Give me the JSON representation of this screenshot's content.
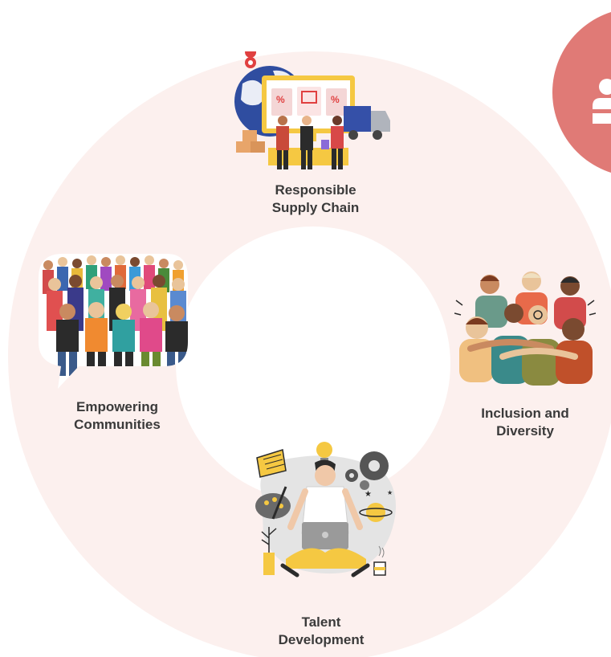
{
  "colors": {
    "ring": "#fcf0ee",
    "accent": "#e07a76",
    "text": "#3a3a3a"
  },
  "segments": [
    {
      "id": "supply-chain",
      "line1": "Responsible",
      "line2": "Supply Chain",
      "illustration": "supply-chain-illustration"
    },
    {
      "id": "communities",
      "line1": "Empowering",
      "line2": "Communities",
      "illustration": "crowd-illustration"
    },
    {
      "id": "inclusion",
      "line1": "Inclusion and",
      "line2": "Diversity",
      "illustration": "group-hug-illustration"
    },
    {
      "id": "talent",
      "line1": "Talent",
      "line2": "Development",
      "illustration": "learning-illustration"
    }
  ],
  "accent_icon": "person-icon"
}
